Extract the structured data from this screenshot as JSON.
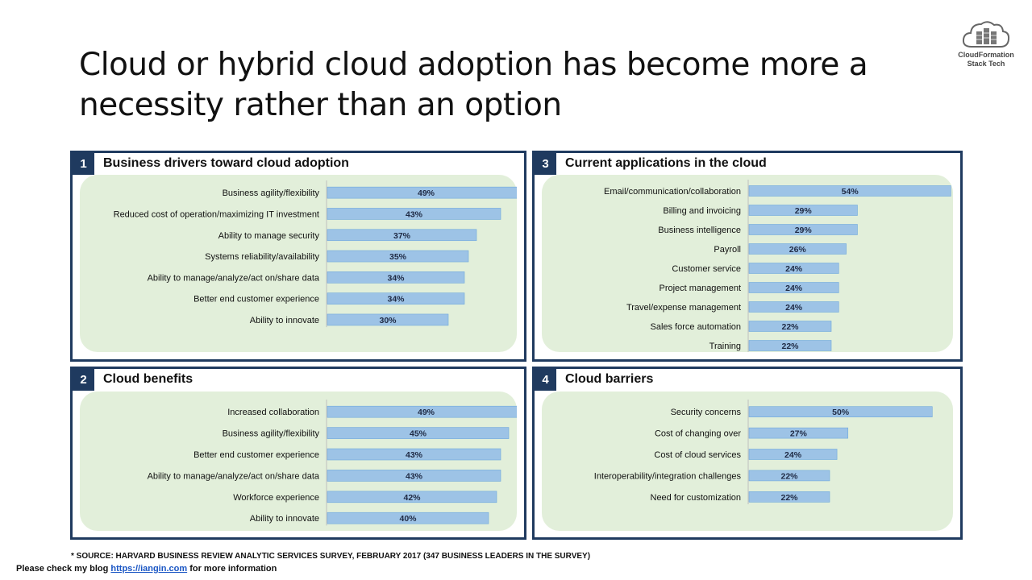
{
  "title": "Cloud or hybrid cloud adoption has become more a necessity rather than an option",
  "logo": {
    "line1": "CloudFormation",
    "line2": "Stack Tech"
  },
  "footnote": "* SOURCE: HARVARD BUSINESS REVIEW ANALYTIC SERVICES SURVEY, FEBRUARY 2017 (347 BUSINESS LEADERS IN THE SURVEY)",
  "blog": {
    "prefix": "Please check my blog",
    "link": "https://iangin.com",
    "suffix": "for more information"
  },
  "colors": {
    "bar": "#9dc3e6",
    "bar_border": "#6fa8dc",
    "panel_border": "#1f3a5f",
    "panel_fill": "#e2efda"
  },
  "panels": [
    {
      "num": "1",
      "title": "Business drivers toward cloud adoption"
    },
    {
      "num": "3",
      "title": "Current applications in the cloud"
    },
    {
      "num": "2",
      "title": "Cloud benefits"
    },
    {
      "num": "4",
      "title": "Cloud barriers"
    }
  ],
  "chart_data": [
    {
      "type": "bar",
      "title": "Business drivers toward cloud adoption",
      "orientation": "horizontal",
      "categories": [
        "Business agility/flexibility",
        "Reduced cost of operation/maximizing IT investment",
        "Ability to manage security",
        "Systems reliability/availability",
        "Ability to manage/analyze/act on/share data",
        "Better end customer experience",
        "Ability to innovate"
      ],
      "values": [
        49,
        43,
        37,
        35,
        34,
        34,
        30
      ],
      "labels": [
        "49%",
        "43%",
        "37%",
        "35%",
        "34%",
        "34%",
        "30%"
      ],
      "xlim": [
        0,
        50
      ]
    },
    {
      "type": "bar",
      "title": "Current applications in the cloud",
      "orientation": "horizontal",
      "categories": [
        "Email/communication/collaboration",
        "Billing and invoicing",
        "Business intelligence",
        "Payroll",
        "Customer service",
        "Project management",
        "Travel/expense management",
        "Sales force automation",
        "Training"
      ],
      "values": [
        54,
        29,
        29,
        26,
        24,
        24,
        24,
        22,
        22
      ],
      "labels": [
        "54%",
        "29%",
        "29%",
        "26%",
        "24%",
        "24%",
        "24%",
        "22%",
        "22%"
      ],
      "xlim": [
        0,
        55
      ]
    },
    {
      "type": "bar",
      "title": "Cloud benefits",
      "orientation": "horizontal",
      "categories": [
        "Increased collaboration",
        "Business agility/flexibility",
        "Better end customer experience",
        "Ability to manage/analyze/act on/share data",
        "Workforce experience",
        "Ability to innovate"
      ],
      "values": [
        49,
        45,
        43,
        43,
        42,
        40
      ],
      "labels": [
        "49%",
        "45%",
        "43%",
        "43%",
        "42%",
        "40%"
      ],
      "xlim": [
        0,
        50
      ]
    },
    {
      "type": "bar",
      "title": "Cloud barriers",
      "orientation": "horizontal",
      "categories": [
        "Security concerns",
        "Cost of changing over",
        "Cost of cloud services",
        "Interoperability/integration challenges",
        "Need for customization"
      ],
      "values": [
        50,
        27,
        24,
        22,
        22
      ],
      "labels": [
        "50%",
        "27%",
        "24%",
        "22%",
        "22%"
      ],
      "xlim": [
        0,
        55
      ]
    }
  ]
}
